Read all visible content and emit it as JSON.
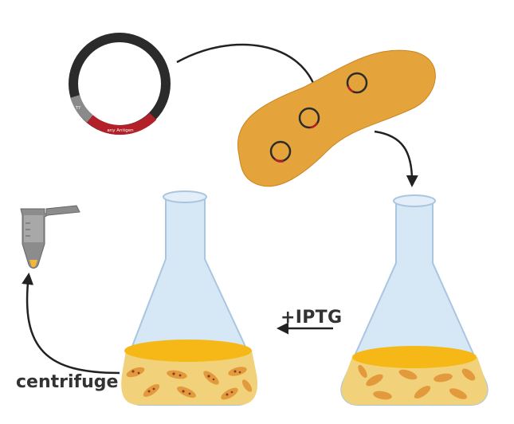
{
  "plasmid": {
    "insert_label": "any Antigen",
    "promoter_label": "T7"
  },
  "steps": {
    "induction_label": "+IPTG",
    "centrifuge_label": "centrifuge"
  },
  "colors": {
    "bacterium": "#e5a43b",
    "bacterium_edge": "#c98520",
    "plasmid_ring": "#2b2b2b",
    "insert": "#b3202a",
    "promoter_segment": "#8a8a8a",
    "flask_glass": "#cfe3f3",
    "flask_outline": "#a9c6e0",
    "medium": "#f1d27a",
    "medium_surface": "#f6b817",
    "cell": "#e39a3d",
    "arrow": "#222222"
  }
}
